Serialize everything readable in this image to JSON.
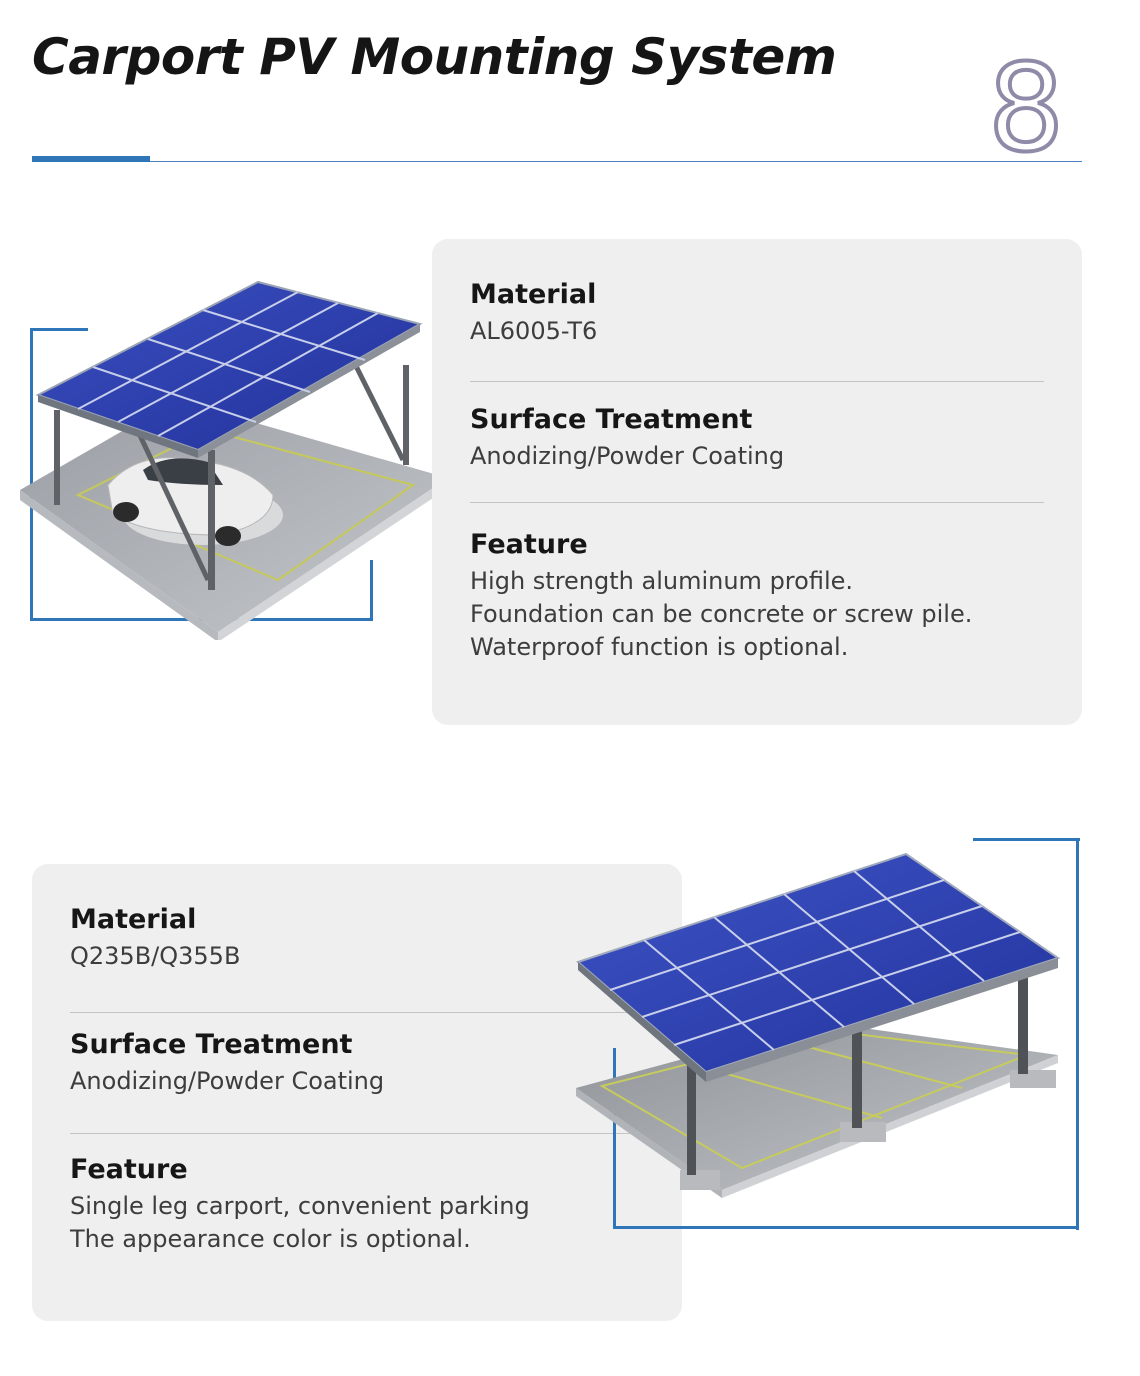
{
  "header": {
    "title": "Carport PV Mounting System",
    "page_number": "8"
  },
  "products": [
    {
      "image_icon": "aluminum-carport-with-car-illustration",
      "specs": {
        "material_label": "Material",
        "material_value": "AL6005-T6",
        "surface_label": "Surface Treatment",
        "surface_value": "Anodizing/Powder Coating",
        "feature_label": "Feature",
        "feature_lines": [
          "High strength aluminum profile.",
          "Foundation can be  concrete or screw pile.",
          "Waterproof function is optional."
        ]
      }
    },
    {
      "image_icon": "single-leg-steel-carport-illustration",
      "specs": {
        "material_label": "Material",
        "material_value": "Q235B/Q355B",
        "surface_label": "Surface Treatment",
        "surface_value": "Anodizing/Powder Coating",
        "feature_label": "Feature",
        "feature_lines": [
          "Single leg carport, convenient parking",
          "The appearance color is optional."
        ]
      }
    }
  ],
  "colors": {
    "accent_blue": "#2f76b8",
    "card_background": "#efefef",
    "panel_blue": "#2c3fa6"
  }
}
